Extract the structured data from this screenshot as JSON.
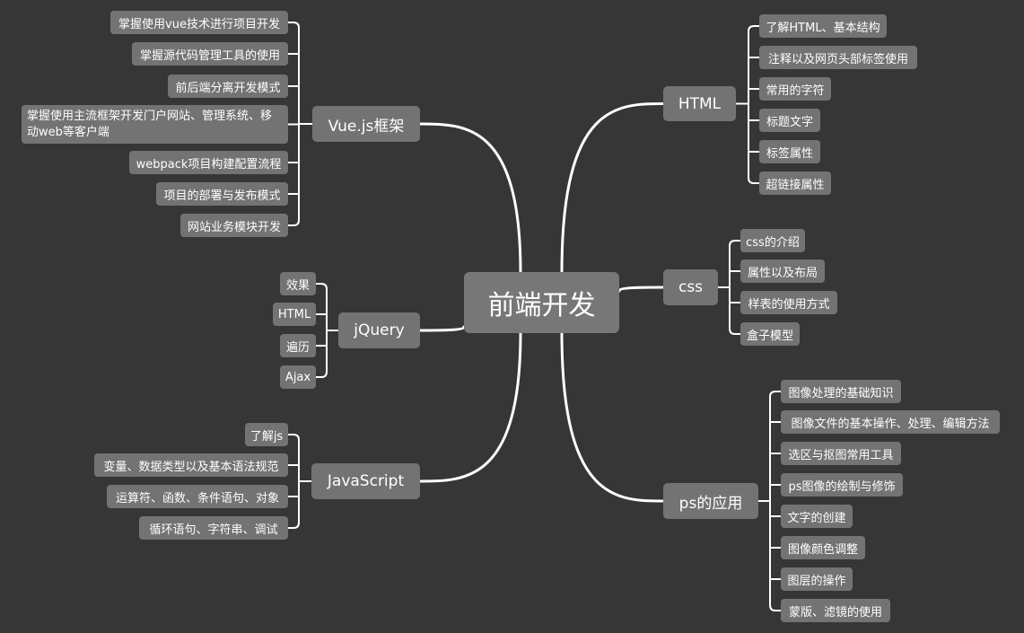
{
  "root": {
    "label": "前端开发"
  },
  "branches": [
    {
      "id": "html",
      "label": "HTML",
      "children": [
        "了解HTML、基本结构",
        "注释以及网页头部标签使用",
        "常用的字符",
        "标题文字",
        "标签属性",
        "超链接属性"
      ]
    },
    {
      "id": "css",
      "label": "css",
      "children": [
        "css的介绍",
        "属性以及布局",
        "样表的使用方式",
        "盒子模型"
      ]
    },
    {
      "id": "ps",
      "label": "ps的应用",
      "children": [
        "图像处理的基础知识",
        "图像文件的基本操作、处理、编辑方法",
        "选区与抠图常用工具",
        "ps图像的绘制与修饰",
        "文字的创建",
        "图像颜色调整",
        "图层的操作",
        "蒙版、滤镜的使用"
      ]
    },
    {
      "id": "vue",
      "label": "Vue.js框架",
      "children": [
        "掌握使用vue技术进行项目开发",
        "掌握源代码管理工具的使用",
        "前后端分离开发模式",
        "掌握使用主流框架开发门户网站、管理系统、移动web等客户端",
        "webpack项目构建配置流程",
        "项目的部署与发布模式",
        "网站业务模块开发"
      ]
    },
    {
      "id": "jquery",
      "label": "jQuery",
      "children": [
        "效果",
        "HTML",
        "遍历",
        "Ajax"
      ]
    },
    {
      "id": "js",
      "label": "JavaScript",
      "children": [
        "了解js",
        "变量、数据类型以及基本语法规范",
        "运算符、函数、条件语句、对象",
        "循环语句、字符串、调试"
      ]
    }
  ],
  "colors": {
    "background": "#363636",
    "node": "#737373",
    "line": "#ffffff",
    "text": "#ffffff"
  }
}
